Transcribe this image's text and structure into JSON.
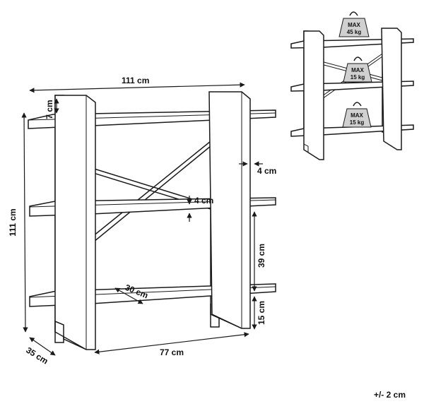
{
  "dimensions": {
    "top_width": "111 cm",
    "height": "111 cm",
    "top_gap": "7 cm",
    "post_width": "4 cm",
    "shelf_thickness": "4 cm",
    "shelf_spacing": "39 cm",
    "bottom_clearance": "15 cm",
    "shelf_depth": "30 cm",
    "overall_depth": "35 cm",
    "inner_width": "77 cm",
    "tolerance": "+/- 2 cm"
  },
  "weights": {
    "top": {
      "max": "MAX",
      "load": "45 kg"
    },
    "middle": {
      "max": "MAX",
      "load": "15 kg"
    },
    "bottom": {
      "max": "MAX",
      "load": "15 kg"
    }
  }
}
